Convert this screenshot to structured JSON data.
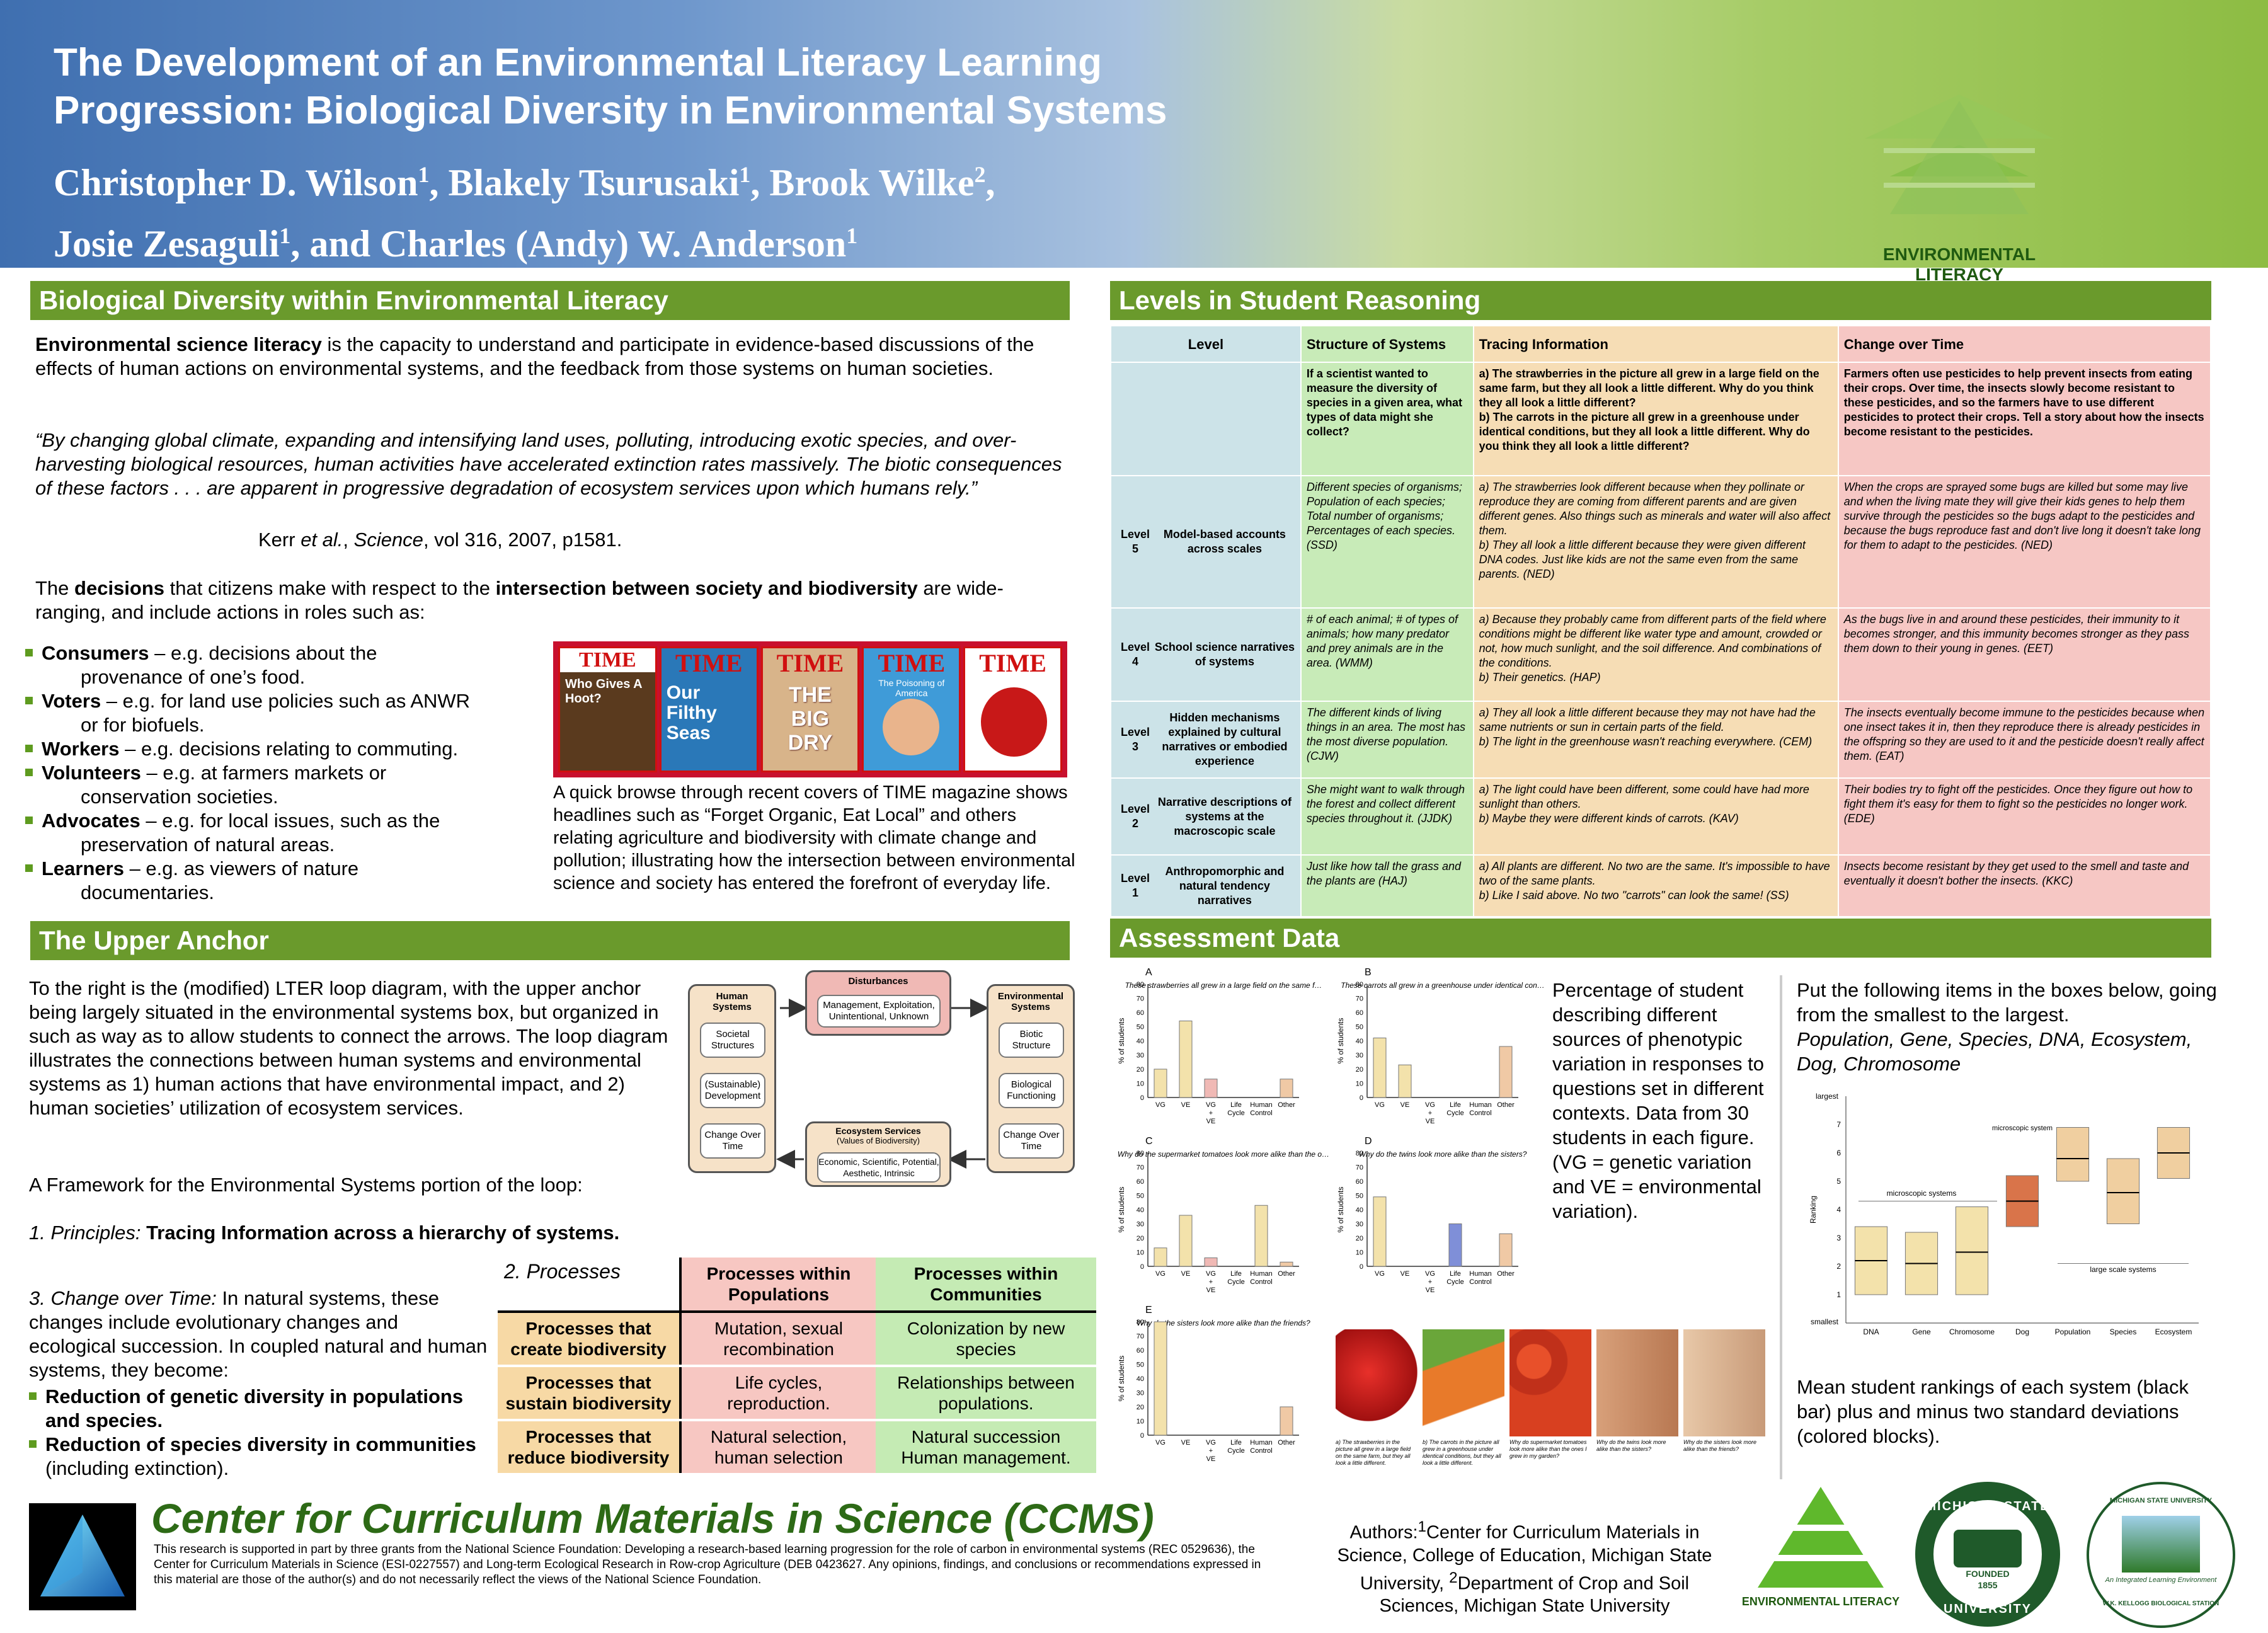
{
  "header": {
    "title_lines": [
      "The Development of an Environmental Literacy Learning",
      "Progression: Biological Diversity in Environmental Systems"
    ],
    "authors_line1": "Christopher D. Wilson",
    "authors_line1_b": ", Blakely Tsurusaki",
    "authors_line1_c": ", Brook Wilke",
    "authors_line2": "Josie Zesaguli",
    "authors_line2_b": ", and Charles (Andy) W. Anderson",
    "sup1": "1",
    "sup2": "2",
    "logo_label": "ENVIRONMENTAL LITERACY"
  },
  "sec1": {
    "title": "Biological Diversity within Environmental Literacy",
    "def_bold": "Environmental science literacy",
    "def_rest": " is the capacity to understand and participate in evidence-based discussions of the effects of human actions on environmental systems, and the feedback from those systems on human societies.",
    "quote": "“By changing global climate, expanding and intensifying land uses, polluting, introducing exotic species, and over-harvesting biological resources, human activities have accelerated extinction rates massively. The biotic consequences of these factors . . . are apparent in progressive degradation of ecosystem services upon which humans rely.”",
    "cite_a": "Kerr ",
    "cite_i": "et al.",
    "cite_b": ", ",
    "cite_j": "Science",
    "cite_c": ", vol 316, 2007, p1581.",
    "dec_a": "The ",
    "dec_b": "decisions",
    "dec_c": " that citizens make with respect to the ",
    "dec_d": "intersection between society and biodiversity",
    "dec_e": " are wide-ranging, and include actions in roles such as:",
    "roles": [
      {
        "b": "Consumers",
        "r": " – e.g. decisions about the",
        "s": "provenance of one’s food."
      },
      {
        "b": "Voters",
        "r": " – e.g. for land use policies such as ANWR",
        "s": "or for biofuels."
      },
      {
        "b": "Workers",
        "r": " – e.g. decisions relating to commuting.",
        "s": ""
      },
      {
        "b": "Volunteers",
        "r": " – e.g. at farmers markets or",
        "s": "conservation societies."
      },
      {
        "b": "Advocates",
        "r": " – e.g. for local issues, such as the",
        "s": "preservation of natural areas."
      },
      {
        "b": "Learners",
        "r": " – e.g. as viewers of nature",
        "s": "documentaries."
      }
    ],
    "time_covers": [
      {
        "logo": "TIME",
        "text": "Who Gives A Hoot?",
        "bg": "#5a3a1e"
      },
      {
        "logo": "TIME",
        "text": "Our Filthy Seas",
        "bg": "#2a78b8"
      },
      {
        "logo": "TIME",
        "text": "THE BIG DRY",
        "bg": "#d8b48a"
      },
      {
        "logo": "TIME",
        "text": "The Poisoning of America",
        "bg": "#3f9bd8"
      },
      {
        "logo": "TIME",
        "text": "",
        "bg": "#ffffff"
      }
    ],
    "caption": "A quick browse through recent covers of TIME magazine shows headlines such as “Forget Organic, Eat Local” and others relating agriculture and biodiversity with climate change and pollution; illustrating how the intersection between environmental science and society has entered the forefront of everyday life."
  },
  "sec2": {
    "title": "Levels in Student Reasoning",
    "headers": [
      "Level",
      "Structure of Systems",
      "Tracing Information",
      "Change over Time"
    ],
    "questions": [
      "If a scientist wanted to measure the diversity of species in a given area, what types of data might she collect?",
      "a) The strawberries in the picture all grew in a large field on the same farm, but they all look a little different. Why do you think they all look a little different?\nb) The carrots in the picture all grew in a greenhouse under identical conditions, but they all look a little different. Why do you think they all look a little different?",
      "Farmers often use pesticides to help prevent insects from eating their crops. Over time, the insects slowly become resistant to these pesticides, and so the farmers have to use different pesticides to protect their crops. Tell a story about how the insects become resistant to the pesticides."
    ],
    "rows": [
      {
        "lv": "Level\n5",
        "name": "Model-based accounts across scales",
        "c1": "Different species of organisms; Population of each species; Total number of organisms; Percentages of each species. (SSD)",
        "c2": "a) The strawberries look different because when they pollinate or reproduce they are coming from different parents and are given different genes. Also things such as minerals and water will also affect them.\nb) They all look a little different because they were given different DNA codes. Just like kids are not the same even from the same parents. (NED)",
        "c3": "When the crops are sprayed some bugs are killed but some may live and when the living mate they will give their kids genes to help them survive through the pesticides so the bugs adapt to the pesticides and because the bugs reproduce fast and don't live long it doesn't take long for them to adapt to the pesticides. (NED)"
      },
      {
        "lv": "Level\n4",
        "name": "School science narratives of systems",
        "c1": "# of each animal; # of types of animals; how many predator and prey animals are in the area. (WMM)",
        "c2": "a) Because they probably came from different parts of the field where conditions might be different like water type and amount, crowded or not, how much sunlight, and the soil difference. And combinations of the conditions.\nb) Their genetics. (HAP)",
        "c3": "As the bugs live in and around these pesticides, their immunity to it becomes stronger, and this immunity becomes stronger as they pass them down to their young in genes. (EET)"
      },
      {
        "lv": "Level\n3",
        "name": "Hidden mechanisms explained by cultural narratives or embodied experience",
        "c1": "The different kinds of living things in an area. The most has the most diverse population. (CJW)",
        "c2": "a) They all look a little different because they may not have had the same nutrients or sun in certain parts of the field.\nb) The light in the greenhouse wasn't reaching everywhere. (CEM)",
        "c3": "The insects eventually become immune to the pesticides because when one insect takes it in, then they reproduce there is already pesticides in the offspring so they are used to it and the pesticide doesn't really affect them. (EAT)"
      },
      {
        "lv": "Level\n2",
        "name": "Narrative descriptions of systems at the macroscopic scale",
        "c1": "She might want to walk through the forest and collect different species throughout it. (JJDK)",
        "c2": "a) The light could have been different, some could have had more sunlight than others.\nb) Maybe they were different kinds of carrots. (KAV)",
        "c3": "Their bodies try to fight off the pesticides. Once they figure out how to fight them it's easy for them to fight so the pesticides no longer work. (EDE)"
      },
      {
        "lv": "Level\n1",
        "name": "Anthropomorphic and natural tendency narratives",
        "c1": "Just like how tall the grass and the plants are (HAJ)",
        "c2": "a) All plants are different. No two are the same. It's impossible to have two of the same plants.\nb) Like I said above. No two \"carrots\" can look the same! (SS)",
        "c3": "Insects become resistant by they get used to the smell and taste and eventually it doesn't bother the insects. (KKC)"
      }
    ]
  },
  "sec3": {
    "title": "The Upper Anchor",
    "p1": "To the right is the (modified) LTER loop diagram, with the upper anchor being largely situated in the environmental systems box, but organized in such as way as to allow students to connect the arrows. The loop diagram illustrates the connections between human systems and environmental systems as 1) human actions that have environmental impact, and 2) human societies’ utilization of ecosystem services.",
    "p2": "A Framework for the Environmental Systems portion of the loop:",
    "p3_i": "1. Principles: ",
    "p3_b": "Tracing Information across a hierarchy of systems.",
    "p4_i": "3. Change over Time:",
    "p4_r": " In natural systems, these changes include evolutionary changes and ecological succession. In coupled natural and human systems, they become:",
    "b1": "Reduction of genetic diversity in populations and species.",
    "b2": "Reduction of species diversity in communities",
    "b2_r": " (including extinction).",
    "diagram": {
      "human": "Human Systems",
      "societal": "Societal Structures",
      "sustainable": "(Sustainable) Development",
      "change1": "Change Over Time",
      "dist": "Disturbances",
      "dist_in": "Management, Exploitation, Unintentional, Unknown",
      "env": "Environmental Systems",
      "biotic": "Biotic Structure",
      "bio_func": "Biological Functioning",
      "change2": "Change Over Time",
      "eco": "Ecosystem Services",
      "eco_sub": "(Values of Biodiversity)",
      "eco_in": "Economic, Scientific, Potential, Aesthetic, Intrinsic"
    },
    "proc_title": "2. Processes",
    "proc_cols": [
      "Processes within Populations",
      "Processes within Communities"
    ],
    "proc_rows": [
      {
        "h": "Processes that create biodiversity",
        "a": "Mutation, sexual recombination",
        "b": "Colonization by new species"
      },
      {
        "h": "Processes that sustain biodiversity",
        "a": "Life cycles, reproduction.",
        "b": "Relationships between populations."
      },
      {
        "h": "Processes that reduce biodiversity",
        "a": "Natural selection, human selection",
        "b": "Natural succession Human management."
      }
    ]
  },
  "sec4": {
    "title": "Assessment Data",
    "desc": "Percentage of student describing different sources of phenotypic variation in responses to questions set in different contexts. Data from 30 students in each figure. (VG = genetic variation and VE = environmental variation).",
    "rank_q": "Put the following items in the boxes below, going from the smallest to the largest.",
    "rank_items": "Population, Gene, Species, DNA, Ecosystem, Dog, Chromosome",
    "rank_caption": "Mean student rankings of each system (black bar) plus and minus two standard deviations (colored blocks).",
    "photo_caps": [
      "a) The strawberries in the picture all grew in a large field on the same farm, but they all look a little different.",
      "b) The carrots in the picture all grew in a greenhouse under identical conditions, but they all look a little different.",
      "Why do supermarket tomatoes look more alike than the ones I grew in my garden?",
      "Why do the twins look more alike than the sisters?",
      "Why do the sisters look more alike than the friends?"
    ]
  },
  "chart_data": [
    {
      "type": "bar",
      "panel": "A",
      "title": "These strawberries all grew in a large field on the same farm, but they all look a little different. Why do you think they all look a little different?",
      "categories": [
        "VG",
        "VE",
        "VG + VE",
        "Life Cycle",
        "Human Control",
        "Other"
      ],
      "values": [
        20,
        54,
        13,
        0,
        0,
        13
      ],
      "ylabel": "% of students",
      "ylim": [
        0,
        80
      ]
    },
    {
      "type": "bar",
      "panel": "B",
      "title": "These carrots all grew in a greenhouse under identical conditions, but they all look a little different. Why do you think they all look a little different?",
      "categories": [
        "VG",
        "VE",
        "VG + VE",
        "Life Cycle",
        "Human Control",
        "Other"
      ],
      "values": [
        42,
        23,
        0,
        0,
        0,
        36
      ],
      "ylabel": "% of students",
      "ylim": [
        0,
        80
      ]
    },
    {
      "type": "bar",
      "panel": "C",
      "title": "Why do the supermarket tomatoes look more alike than the ones I grew in my garden?",
      "categories": [
        "VG",
        "VE",
        "VG + VE",
        "Life Cycle",
        "Human Control",
        "Other"
      ],
      "values": [
        13,
        36,
        6,
        0,
        43,
        3
      ],
      "ylabel": "% of students",
      "ylim": [
        0,
        80
      ]
    },
    {
      "type": "bar",
      "panel": "D",
      "title": "Why do the twins look more alike than the sisters?",
      "categories": [
        "VG",
        "VE",
        "VG + VE",
        "Life Cycle",
        "Human Control",
        "Other"
      ],
      "values": [
        49,
        0,
        0,
        30,
        0,
        23
      ],
      "ylabel": "% of students",
      "ylim": [
        0,
        80
      ]
    },
    {
      "type": "bar",
      "panel": "E",
      "title": "Why do the sisters look more alike than the friends?",
      "categories": [
        "VG",
        "VE",
        "VG + VE",
        "Life Cycle",
        "Human Control",
        "Other"
      ],
      "values": [
        80,
        0,
        0,
        0,
        0,
        20
      ],
      "ylabel": "% of students",
      "ylim": [
        0,
        80
      ]
    },
    {
      "type": "box",
      "panel": "rank",
      "categories": [
        "DNA",
        "Gene",
        "Chromosome",
        "Dog",
        "Population",
        "Species",
        "Ecosystem"
      ],
      "means": [
        2.2,
        2.1,
        2.5,
        4.3,
        5.8,
        4.6,
        6.0
      ],
      "lows": [
        1.0,
        1.0,
        1.0,
        3.4,
        5.0,
        3.5,
        5.1
      ],
      "highs": [
        3.4,
        3.2,
        4.1,
        5.2,
        6.9,
        5.8,
        6.9
      ],
      "ylabel": "Ranking",
      "ylim": [
        0,
        8
      ],
      "yticks": [
        "1",
        "2",
        "3",
        "4",
        "5",
        "6",
        "7"
      ],
      "ytop": "largest",
      "ybottom": "smallest",
      "group_labels": [
        "microscopic systems",
        "microscopic system",
        "large scale systems"
      ]
    }
  ],
  "footer": {
    "ccms": "Center for Curriculum Materials in Science (CCMS)",
    "support": "This research is supported in part by three grants from the National Science Foundation: Developing a research-based learning progression for the role of carbon in environmental systems (REC 0529636), the Center for Curriculum Materials in Science (ESI-0227557) and Long-term Ecological Research in Row-crop Agriculture (DEB 0423627. Any opinions, findings, and conclusions or recommendations expressed in this material are those of the author(s) and do not necessarily reflect the views of the National Science Foundation.",
    "affil_a": "Authors:",
    "affil_b": "Center for Curriculum Materials in Science, College of Education, Michigan State University, ",
    "affil_c": "Department of Crop and Soil Sciences, Michigan State University",
    "logo_label": "ENVIRONMENTAL LITERACY",
    "msu_top": "MICHIGAN STATE",
    "msu_bottom": "UNIVERSITY",
    "msu_founded": "FOUNDED",
    "msu_year": "1855",
    "kbs_top": "MICHIGAN STATE UNIVERSITY",
    "kbs_mid": "An Integrated Learning Environment",
    "kbs_bottom": "W.K. KELLOGG BIOLOGICAL STATION"
  }
}
